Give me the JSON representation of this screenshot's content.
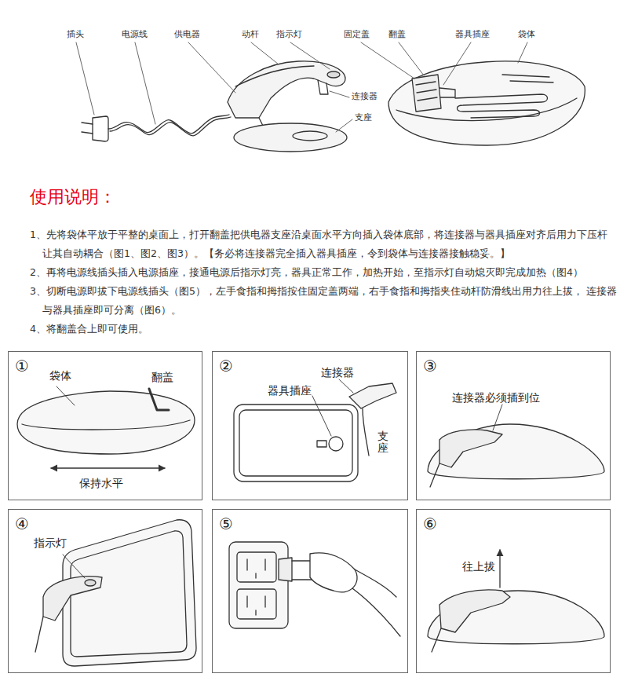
{
  "diagram": {
    "title": "使用说明：",
    "nodes": [
      {
        "text": [
          "①",
          "袋体",
          "翻盖",
          "保持水平"
        ]
      },
      {
        "text": [
          "②",
          "连接器",
          "器具插座",
          "支座"
        ]
      },
      {
        "text": [
          "③",
          "连接器必须插到位"
        ]
      },
      {
        "text": [
          "④",
          "指示灯"
        ]
      },
      {
        "text": [
          "⑤"
        ]
      },
      {
        "text": [
          "⑥",
          "往上拔"
        ]
      }
    ],
    "labels": [
      "插头",
      "电源线",
      "供电器",
      "动杆",
      "指示灯",
      "连接器",
      "支座",
      "固定盖",
      "翻盖",
      "器具插座",
      "袋体",
      "1、先将袋体平放于平整的桌面上，打开翻盖把供电器支座沿桌面水平方向插入袋体底部，将连接器与器具插座对齐后用力下压杆 让其自动耦合（图1、图2、图3）。【务必将连接器完全插入器具插座，令到袋体与连接器接触稳妥。】",
      "2、再将电源线插头插入电源插座，接通电源后指示灯亮，器具正常工作，加热开始，至指示灯自动熄灭即完成加热（图4）",
      "3、切断电源即拔下电源线插头（图5），左手食指和拇指按住固定盖两端，右手食指和拇指夹住动杆防滑线出用力往上拔， 连接器与器具插座即可分离（图6）。",
      "4、将翻盖合上即可使用。"
    ]
  }
}
